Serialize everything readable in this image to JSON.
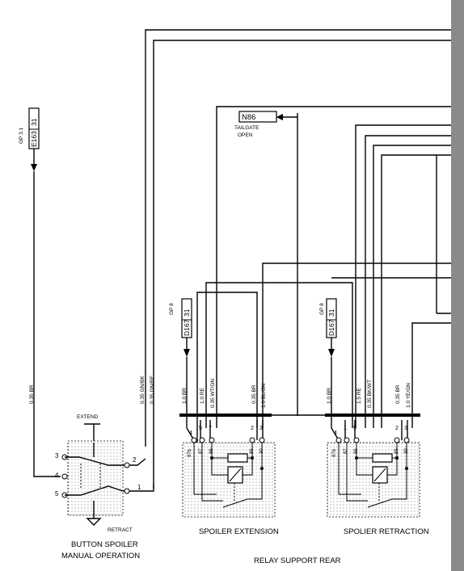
{
  "labels": {
    "gp31": "GP 3.1",
    "e163": "E163",
    "e163_pin": "31",
    "wire_035br_left": "0.35 BR",
    "wire_035gnbk": "0.35 GN/BK",
    "wire_035gnre": "0.35 GN/RE",
    "extend": "EXTEND",
    "retract": "RETRACT",
    "button_pin3": "3",
    "button_pin4": "4",
    "button_pin5": "5",
    "button_pin2": "2",
    "button_pin1": "1",
    "button_title1": "BUTTON SPOILER",
    "button_title2": "MANUAL OPERATION",
    "n86": "N86",
    "tailgate1": "TAILGATE",
    "tailgate2": "OPEN",
    "gp8a": "GP 8",
    "d167a": "D167",
    "d167a_pin": "31",
    "gp8b": "GP 8",
    "d167b": "D167",
    "d167b_pin": "31",
    "r1_w1": "1.0 BR",
    "r1_w2": "1.0 RE",
    "r1_w3": "0.35 WT/GN",
    "r1_w4": "0.35 BR",
    "r1_w5": "1.0 BL/GN",
    "r2_w1": "1.0 BR",
    "r2_w2": "1.5 RE",
    "r2_w3": "0.35 BK/WT",
    "r2_w4": "0.35 BR",
    "r2_w5": "1.0 YE/GN",
    "conn_4": "4",
    "conn_5": "5",
    "conn_7": "7",
    "conn_2": "2",
    "conn_3": "3",
    "conn_b4": "4",
    "conn_b1": "1",
    "conn_b5": "5",
    "conn_b2": "2",
    "conn_b3": "3",
    "t87b": "87b",
    "t87": "87",
    "t86": "86",
    "t85": "85",
    "t30": "30",
    "relay1_title": "SPOILER EXTENSION",
    "relay2_title": "SPOLIER RETRACTION",
    "footer": "RELAY SUPPORT REAR"
  },
  "colors": {
    "line": "#000000",
    "background": "#ffffff",
    "scrollbar": "#8a8a8a"
  }
}
